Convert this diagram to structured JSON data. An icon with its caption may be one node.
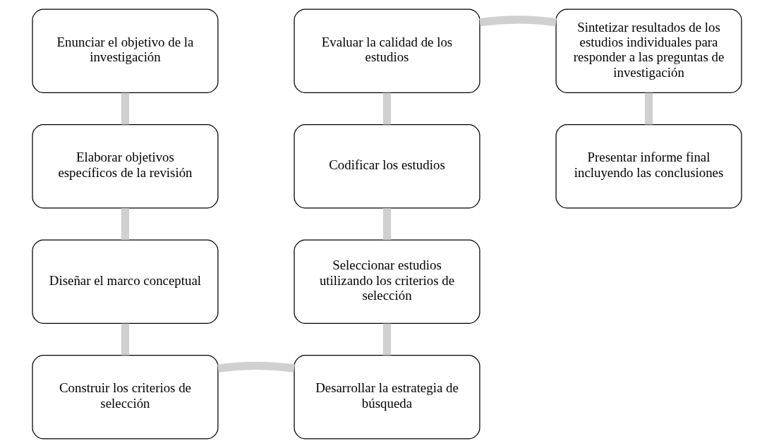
{
  "diagram": {
    "nodes": [
      {
        "text": [
          "Enunciar el objetivo de la investigación"
        ]
      },
      {
        "text": [
          "Elaborar objetivos específicos de la revisión"
        ]
      },
      {
        "text": [
          "Diseñar el marco conceptual"
        ]
      },
      {
        "text": [
          "Construir los criterios de selección"
        ]
      },
      {
        "text": [
          "Desarrollar la estrategia de búsqueda"
        ]
      },
      {
        "text": [
          "Seleccionar estudios utilizando los criterios de selección"
        ]
      },
      {
        "text": [
          "Codificar los estudios"
        ]
      },
      {
        "text": [
          "Evaluar la calidad de los estudios"
        ]
      },
      {
        "text": [
          "Sintetizar resultados de los estudios individuales para responder a las preguntas de investigación"
        ]
      },
      {
        "text": [
          "Presentar informe final incluyendo las conclusiones"
        ]
      }
    ],
    "edges": [
      {
        "from": 0,
        "to": 1,
        "arrow": "none"
      },
      {
        "from": 1,
        "to": 2,
        "arrow": "none"
      },
      {
        "from": 2,
        "to": 3,
        "arrow": "none"
      },
      {
        "from": 3,
        "to": 4,
        "arrow": "none"
      },
      {
        "from": 4,
        "to": 5,
        "arrow": "none"
      },
      {
        "from": 5,
        "to": 6,
        "arrow": "none"
      },
      {
        "from": 6,
        "to": 7,
        "arrow": "none"
      },
      {
        "from": 7,
        "to": 8,
        "arrow": "none"
      },
      {
        "from": 8,
        "to": 9,
        "arrow": "none"
      }
    ]
  }
}
